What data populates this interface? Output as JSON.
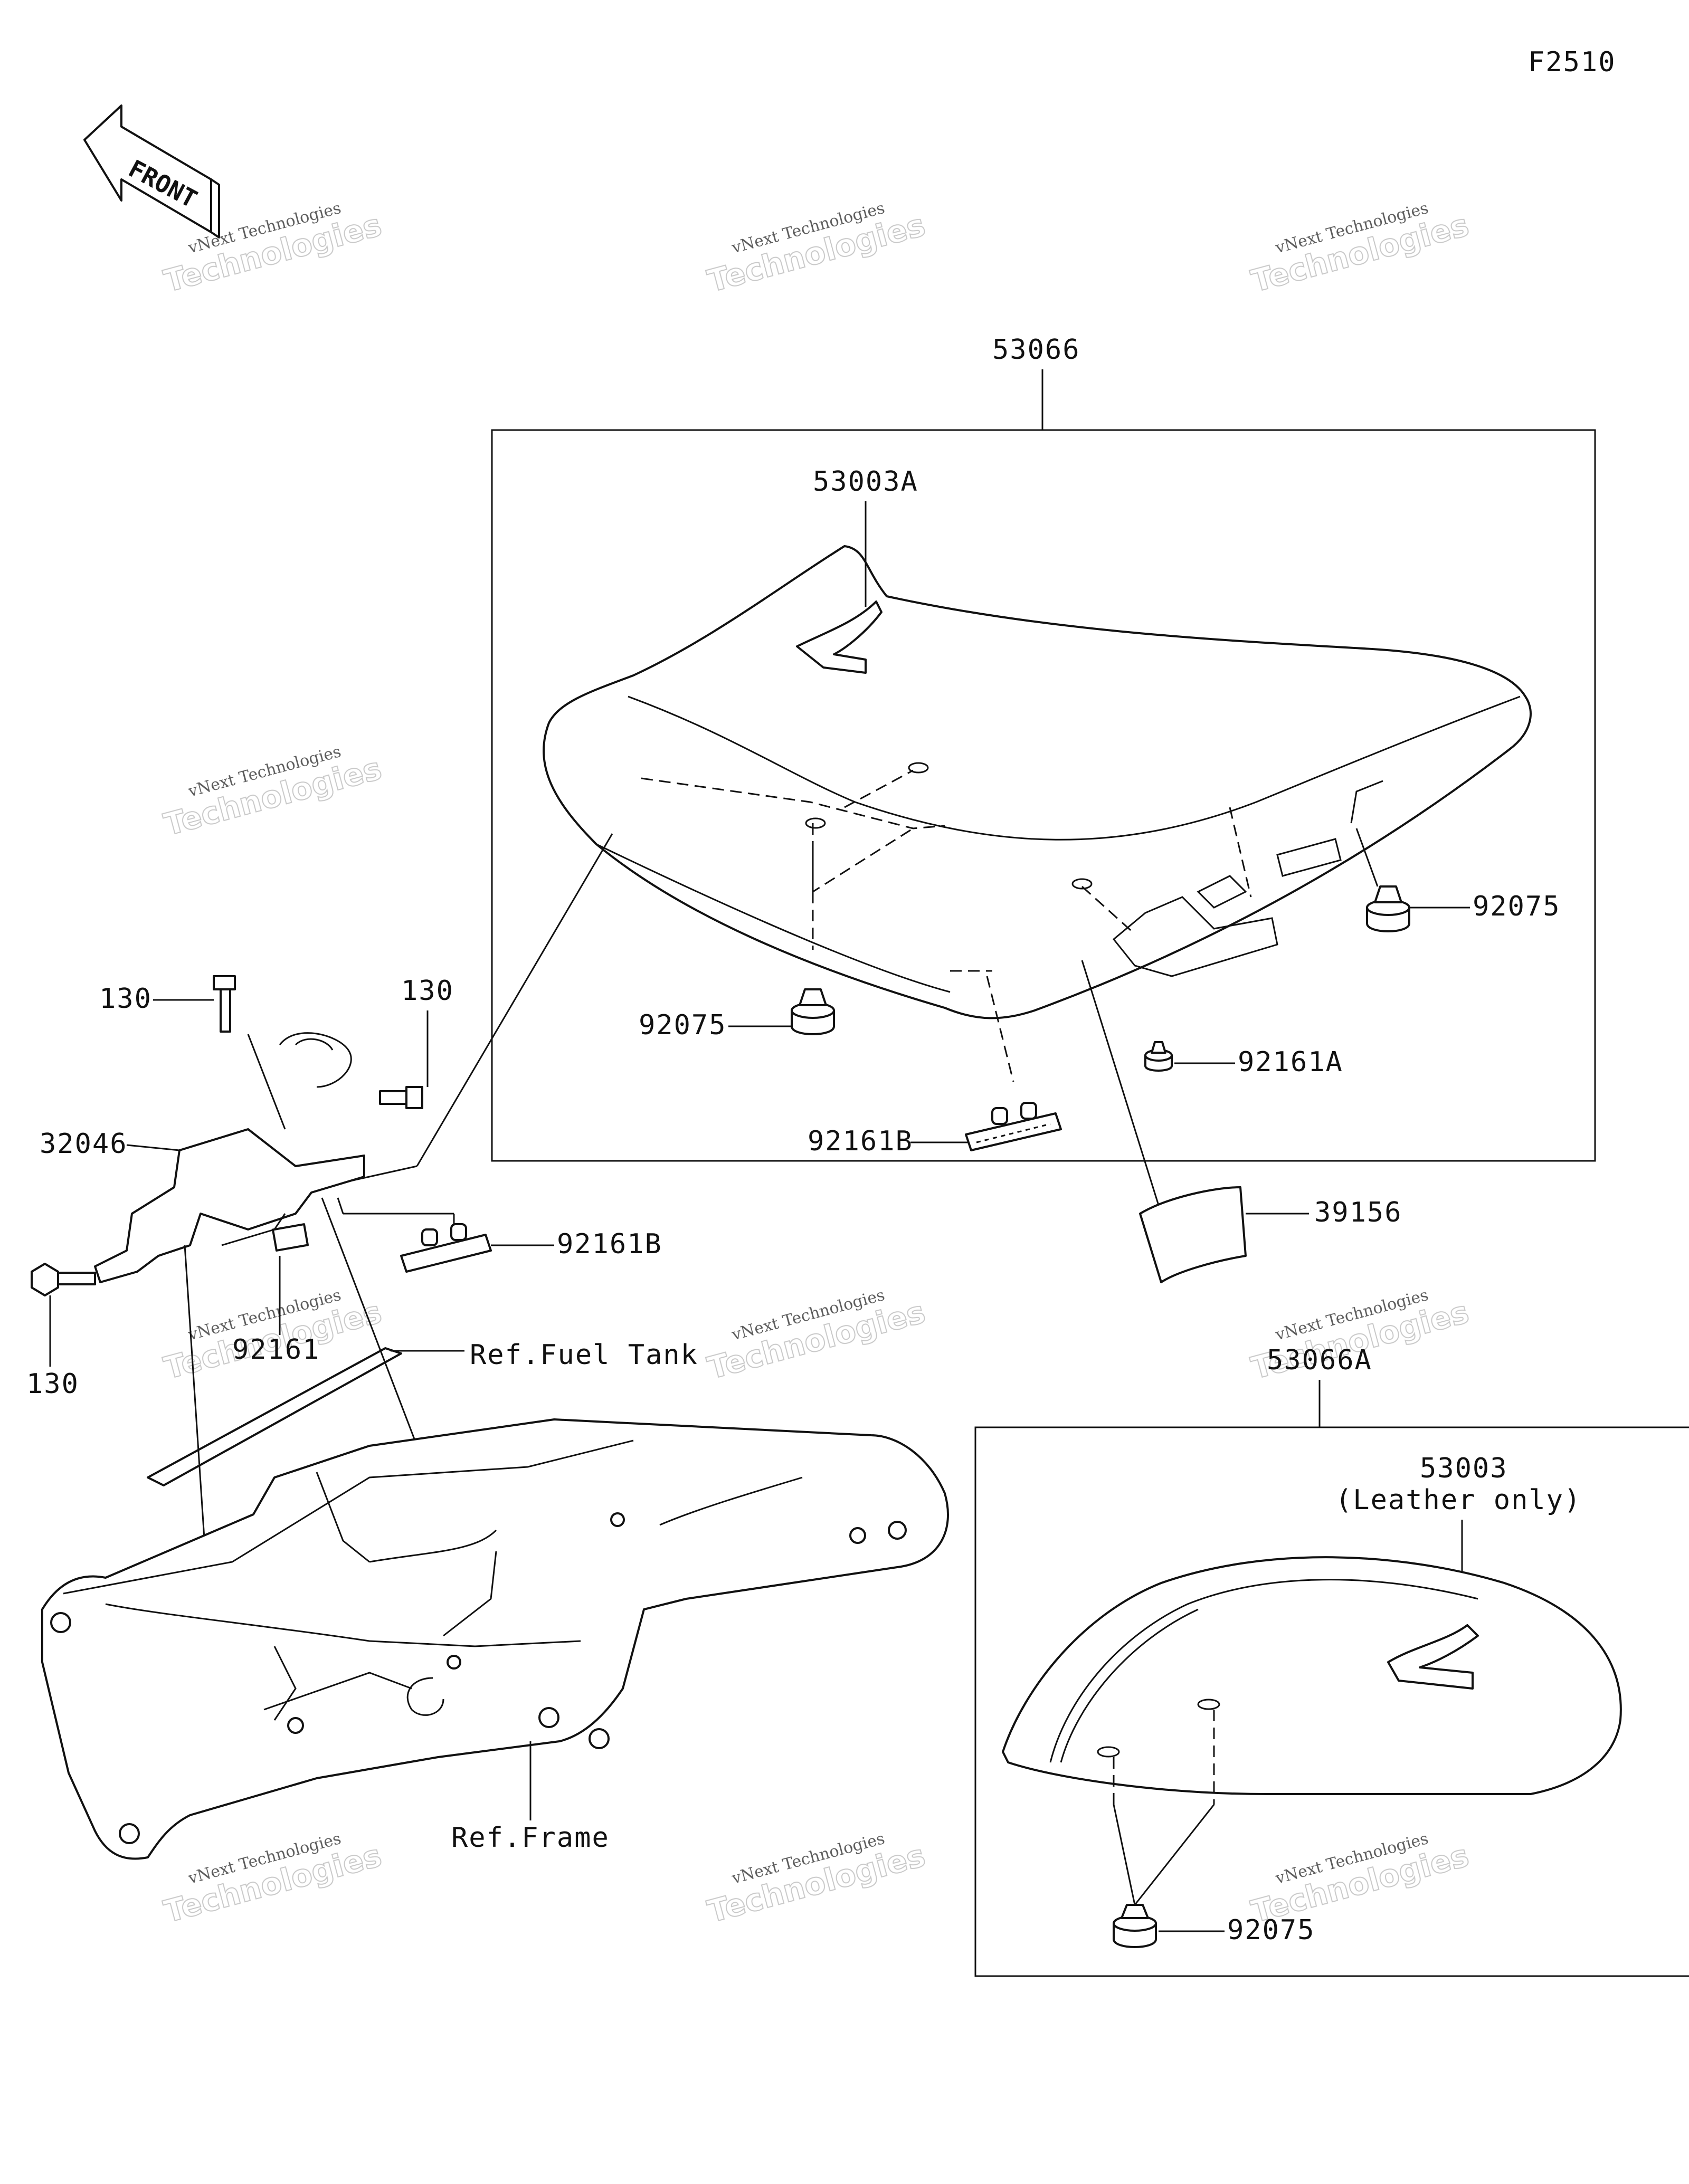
{
  "figure_code": "F2510",
  "front_label": "FRONT",
  "watermark": {
    "line1": "vNext Technologies",
    "line2": "Technologies"
  },
  "labels": {
    "main_seat_assy": "53066",
    "main_seat_cover": "53003A",
    "damper_seat_left": "92075",
    "damper_seat_right": "92075",
    "clamp_92161A": "92161A",
    "clamp_92161B_top": "92161B",
    "clamp_92161B_bottom": "92161B",
    "pad_39156": "39156",
    "bolt_130_left": "130",
    "bolt_130_right": "130",
    "bolt_130_bottom": "130",
    "bracket_32046": "32046",
    "pad_92161": "92161",
    "ref_fuel_tank": "Ref.Fuel Tank",
    "ref_frame": "Ref.Frame",
    "rear_seat_assy": "53066A",
    "rear_seat_cover": "53003",
    "leather_note": "(Leather only)",
    "damper_rear": "92075"
  }
}
